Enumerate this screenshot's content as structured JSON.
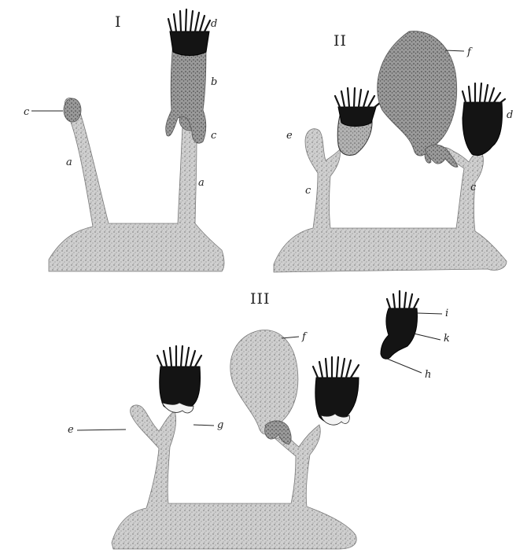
{
  "figure": {
    "panels": [
      {
        "numeral": "I",
        "labels": [
          "d",
          "b",
          "c",
          "c",
          "a",
          "a"
        ]
      },
      {
        "numeral": "II",
        "labels": [
          "f",
          "e",
          "c",
          "c",
          "d"
        ]
      },
      {
        "numeral": "III",
        "labels": [
          "f",
          "i",
          "k",
          "h",
          "e",
          "g"
        ]
      }
    ]
  }
}
